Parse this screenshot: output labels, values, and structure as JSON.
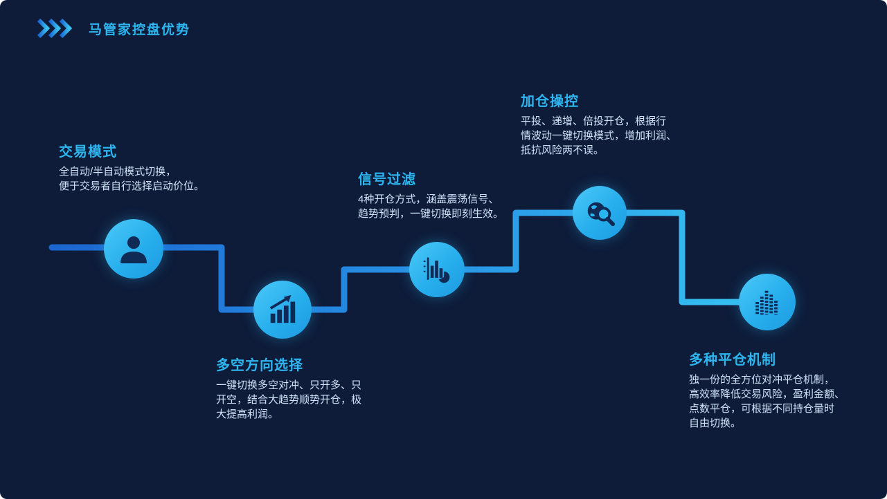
{
  "slide": {
    "title": "马管家控盘优势"
  },
  "steps": [
    {
      "title": "交易模式",
      "desc": "全自动/半自动模式切换，\n便于交易者自行选择启动价位。",
      "icon": "person-icon"
    },
    {
      "title": "多空方向选择",
      "desc": "一键切换多空对冲、只开多、只\n开空，结合大趋势顺势开仓，极\n大提高利润。",
      "icon": "chart-up-icon"
    },
    {
      "title": "信号过滤",
      "desc": "4种开仓方式，涵盖震荡信号、\n趋势预判，一键切换即刻生效。",
      "icon": "stats-pie-icon"
    },
    {
      "title": "加仓操控",
      "desc": "平投、递增、倍投开仓，根据行\n情波动一键切换模式，增加利润、\n抵抗风险两不误。",
      "icon": "globe-search-icon"
    },
    {
      "title": "多种平仓机制",
      "desc": "独一份的全方位对冲平仓机制，\n高效率降低交易风险，盈利金额、\n点数平仓，可根据不同持仓量时\n自由切换。",
      "icon": "equalizer-icon"
    }
  ],
  "colors": {
    "background": "#0e1c3a",
    "accent": "#2db5ef",
    "line_start": "#1b66cf",
    "line_end": "#38c3f3",
    "circle_fill": "#2ab5ef",
    "icon_glyph": "#0e2a55",
    "body_text": "#cfe3f8"
  }
}
